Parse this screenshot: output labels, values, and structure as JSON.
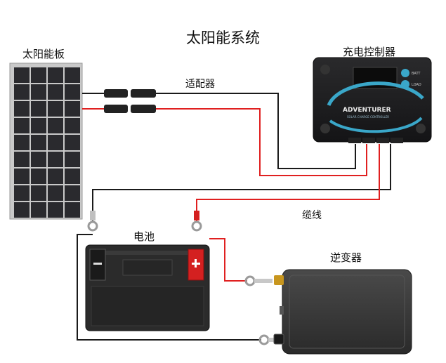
{
  "diagram": {
    "title": "太阳能系统",
    "components": {
      "solar_panel": "太阳能板",
      "charge_controller": "充电控制器",
      "adapter": "适配器",
      "cable": "缆线",
      "battery": "电池",
      "inverter": "逆变器"
    },
    "controller_brand": "ADVENTURER",
    "controller_subtitle": "SOLAR CHARGE CONTROLLER",
    "controller_button_labels": [
      "BATT",
      "LOAD"
    ],
    "colors": {
      "positive_wire": "#e02020",
      "negative_wire": "#1a1a1a",
      "panel_cell": "#2a2a2e",
      "panel_frame": "#c8c8c8",
      "controller_body": "#1c1c1e",
      "controller_accent": "#3aa7c9",
      "battery_body": "#2b2b2b",
      "battery_positive_terminal": "#d42020",
      "inverter_body": "#3a3a3a",
      "inverter_terminal_positive": "#c8961e"
    }
  }
}
